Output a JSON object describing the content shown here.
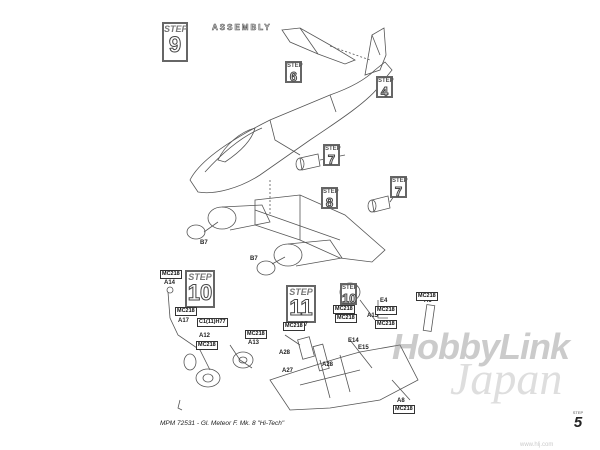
{
  "heading": "ASSEMBLY",
  "steps": {
    "step9": {
      "label": "STEP",
      "number": "9"
    },
    "step10": {
      "label": "STEP",
      "number": "10"
    },
    "step11": {
      "label": "STEP",
      "number": "11"
    },
    "ref6_tail": {
      "label": "STEP",
      "number": "6"
    },
    "ref4": {
      "label": "STEP",
      "number": "4"
    },
    "ref7_top": {
      "label": "STEP",
      "number": "7"
    },
    "ref8": {
      "label": "STEP",
      "number": "8"
    },
    "ref7_right": {
      "label": "STEP",
      "number": "7"
    },
    "ref10_small": {
      "label": "STEP",
      "number": "10"
    }
  },
  "part_labels": {
    "b7_left": "B7",
    "b7_lower": "B7",
    "a14": "A14",
    "a17": "A17",
    "a12": "A12",
    "a13": "A13",
    "a7": "A7",
    "a28_1": "A28",
    "a28_2": "A28",
    "a27": "A27",
    "e14": "E14",
    "e15": "E15",
    "e4": "E4",
    "a15": "A15",
    "a6": "A6",
    "a8": "A8"
  },
  "color_codes": {
    "mc218_1": "MC218",
    "mc218_2": "MC218",
    "c1_mc": "C1(11)H77",
    "mc218_3": "MC218",
    "mc218_4": "MC218",
    "mc218_5": "MC218",
    "mc218_6": "MC218",
    "mc218_7": "MC218",
    "mc218_8": "MC218",
    "mc218_9": "MC218",
    "mc218_10": "MC218",
    "mc218_11": "MC218"
  },
  "caption": "MPM 72531 - Gl. Meteor F. Mk. 8 \"Hi-Tech\"",
  "page": {
    "label": "STEP",
    "number": "5"
  },
  "watermark": {
    "line1": "HobbyLink",
    "line2": "Japan",
    "line3": "www.hlj.com"
  }
}
